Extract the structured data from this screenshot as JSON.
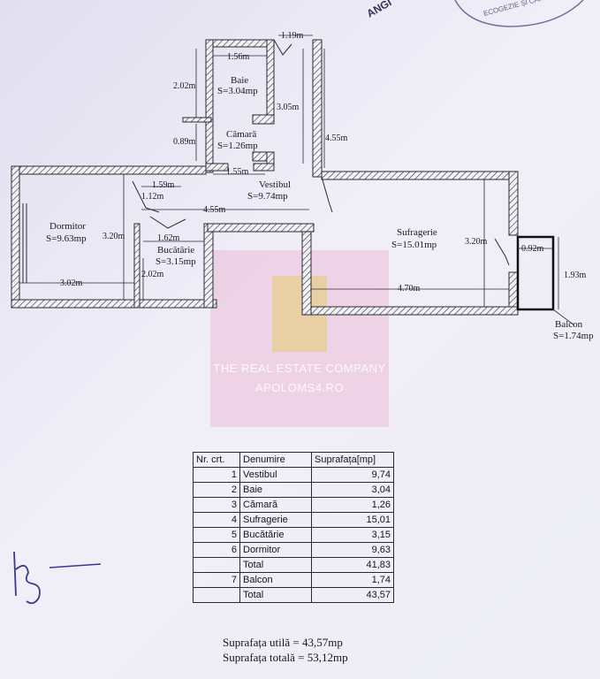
{
  "stamp": {
    "word": "ANGI",
    "text": "ECOGEZIE ȘI CARTOGRAFIE"
  },
  "watermark": {
    "company": "THE REAL ESTATE COMPANY",
    "site": "APOLOMS4.RO"
  },
  "dims": {
    "bath_width": "1.56m",
    "entry_width": "1.19m",
    "bath_height": "2.02m",
    "pantry_height": "0.89m",
    "corridor_length": "3.05m",
    "corridor_depth": "4.55m",
    "pantry_width": "1.55m",
    "hall_a": "1.59m",
    "hall_b": "1.12m",
    "hall_length": "4.55m",
    "bedroom_height": "3.20m",
    "kitchen_width": "1.62m",
    "kitchen_height": "2.02m",
    "bedroom_width": "3.02m",
    "living_height": "3.20m",
    "living_width": "4.70m",
    "balcony_width": "0.92m",
    "balcony_height": "1.93m"
  },
  "rooms": {
    "bath": {
      "name": "Baie",
      "area": "S=3.04mp"
    },
    "pantry": {
      "name": "Cămară",
      "area": "S=1.26mp"
    },
    "hall": {
      "name": "Vestibul",
      "area": "S=9.74mp"
    },
    "bedroom": {
      "name": "Dormitor",
      "area": "S=9.63mp"
    },
    "kitchen": {
      "name": "Bucătărie",
      "area": "S=3.15mp"
    },
    "living": {
      "name": "Sufragerie",
      "area": "S=15.01mp"
    },
    "balcony": {
      "name": "Balcon",
      "area": "S=1.74mp"
    }
  },
  "table": {
    "headers": [
      "Nr. crt.",
      "Denumire",
      "Suprafața[mp]"
    ],
    "rows": [
      {
        "nr": "1",
        "name": "Vestibul",
        "area": "9,74"
      },
      {
        "nr": "2",
        "name": "Baie",
        "area": "3,04"
      },
      {
        "nr": "3",
        "name": "Cămară",
        "area": "1,26"
      },
      {
        "nr": "4",
        "name": "Sufragerie",
        "area": "15,01"
      },
      {
        "nr": "5",
        "name": "Bucătărie",
        "area": "3,15"
      },
      {
        "nr": "6",
        "name": "Dormitor",
        "area": "9,63"
      },
      {
        "nr": "",
        "name": "Total",
        "area": "41,83"
      },
      {
        "nr": "7",
        "name": "Balcon",
        "area": "1,74"
      },
      {
        "nr": "",
        "name": "Total",
        "area": "43,57"
      }
    ]
  },
  "summary": {
    "useful": "Suprafața utilă = 43,57mp",
    "total": "Suprafața totală = 53,12mp"
  }
}
